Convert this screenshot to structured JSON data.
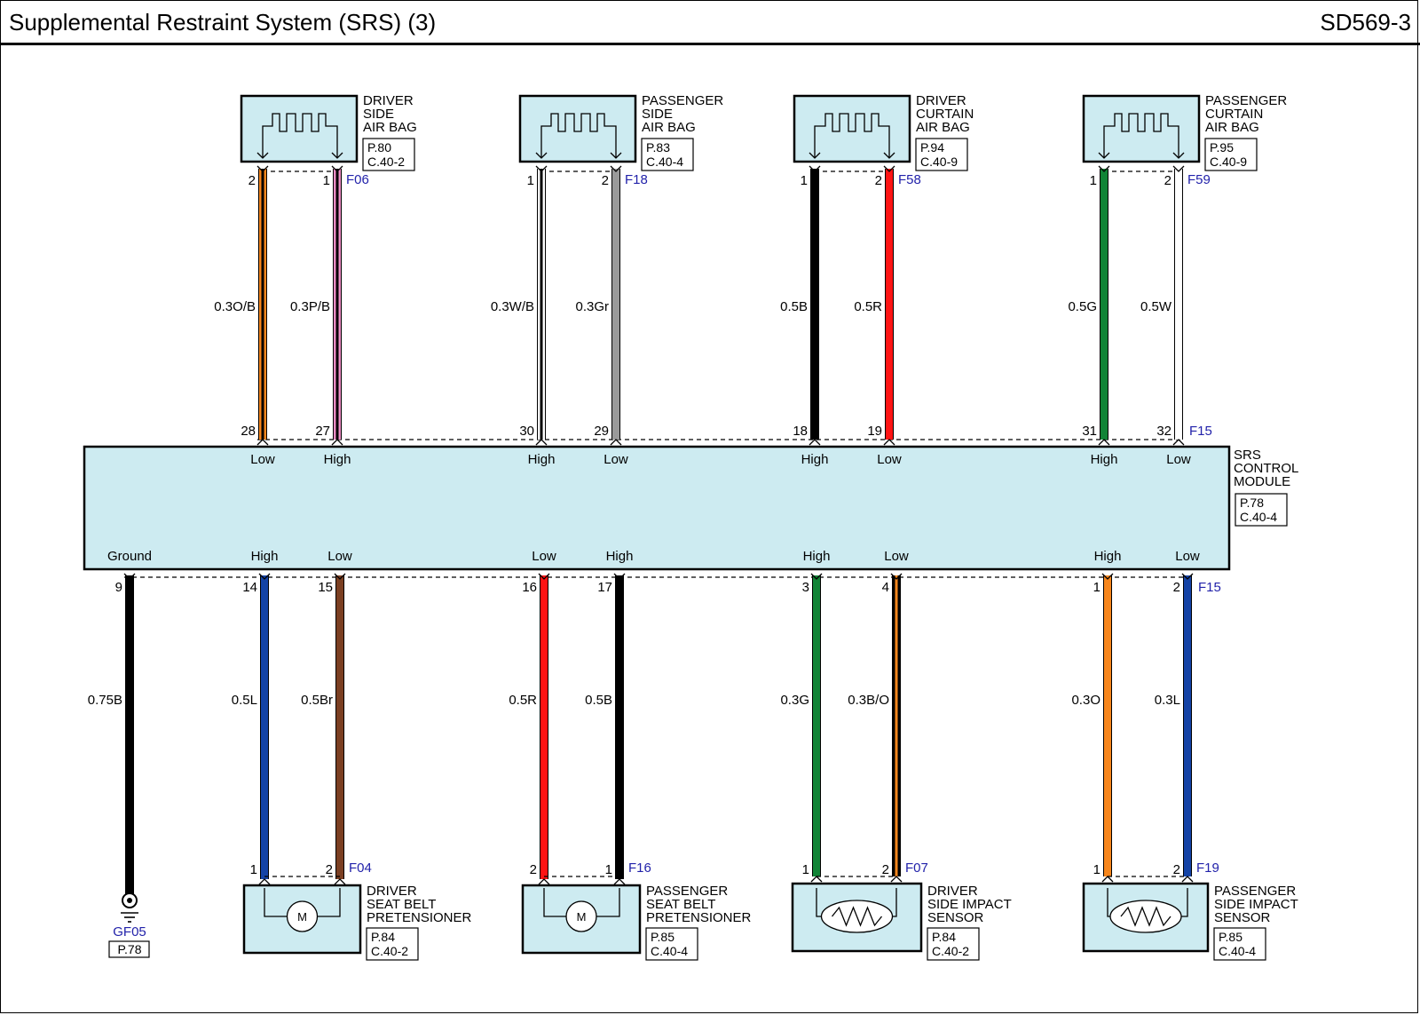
{
  "header": {
    "title": "Supplemental Restraint System (SRS) (3)",
    "code": "SD569-3"
  },
  "colors": {
    "component_fill": "#CDEBF1",
    "connector_id_color": "#2222AA"
  },
  "module": {
    "name_lines": [
      "SRS",
      "CONTROL",
      "MODULE"
    ],
    "ref": [
      "P.78",
      "C.40-4"
    ],
    "top_connector": "F15",
    "bottom_connector": "F15"
  },
  "top_components": [
    {
      "name_lines": [
        "DRIVER",
        "SIDE",
        "AIR BAG"
      ],
      "ref": [
        "P.80",
        "C.40-2"
      ],
      "connector": "F06"
    },
    {
      "name_lines": [
        "PASSENGER",
        "SIDE",
        "AIR BAG"
      ],
      "ref": [
        "P.83",
        "C.40-4"
      ],
      "connector": "F18"
    },
    {
      "name_lines": [
        "DRIVER",
        "CURTAIN",
        "AIR BAG"
      ],
      "ref": [
        "P.94",
        "C.40-9"
      ],
      "connector": "F58"
    },
    {
      "name_lines": [
        "PASSENGER",
        "CURTAIN",
        "AIR BAG"
      ],
      "ref": [
        "P.95",
        "C.40-9"
      ],
      "connector": "F59"
    }
  ],
  "bottom_components": [
    {
      "name_lines": [
        "DRIVER",
        "SEAT BELT",
        "PRETENSIONER"
      ],
      "ref": [
        "P.84",
        "C.40-2"
      ],
      "connector": "F04",
      "symbol": "motor",
      "symbol_label": "M"
    },
    {
      "name_lines": [
        "PASSENGER",
        "SEAT BELT",
        "PRETENSIONER"
      ],
      "ref": [
        "P.85",
        "C.40-4"
      ],
      "connector": "F16",
      "symbol": "motor",
      "symbol_label": "M"
    },
    {
      "name_lines": [
        "DRIVER",
        "SIDE IMPACT",
        "SENSOR"
      ],
      "ref": [
        "P.84",
        "C.40-2"
      ],
      "connector": "F07",
      "symbol": "resistor"
    },
    {
      "name_lines": [
        "PASSENGER",
        "SIDE IMPACT",
        "SENSOR"
      ],
      "ref": [
        "P.85",
        "C.40-4"
      ],
      "connector": "F19",
      "symbol": "resistor"
    }
  ],
  "ground": {
    "id": "GF05",
    "ref": "P.78"
  },
  "top_wires": [
    {
      "wire": "0.3O/B",
      "color": "#F7861C",
      "stripe": "#000000",
      "comp_pin": "2",
      "module_pin": "28",
      "signal": "Low"
    },
    {
      "wire": "0.3P/B",
      "color": "#EE8CC5",
      "stripe": "#000000",
      "comp_pin": "1",
      "module_pin": "27",
      "signal": "High"
    },
    {
      "wire": "0.3W/B",
      "color": "#FFFFFF",
      "stripe": "#000000",
      "comp_pin": "1",
      "module_pin": "30",
      "signal": "High"
    },
    {
      "wire": "0.3Gr",
      "color": "#9A9A9A",
      "stripe": "",
      "comp_pin": "2",
      "module_pin": "29",
      "signal": "Low"
    },
    {
      "wire": "0.5B",
      "color": "#000000",
      "stripe": "",
      "comp_pin": "1",
      "module_pin": "18",
      "signal": "High"
    },
    {
      "wire": "0.5R",
      "color": "#FF1414",
      "stripe": "",
      "comp_pin": "2",
      "module_pin": "19",
      "signal": "Low"
    },
    {
      "wire": "0.5G",
      "color": "#118436",
      "stripe": "",
      "comp_pin": "1",
      "module_pin": "31",
      "signal": "High"
    },
    {
      "wire": "0.5W",
      "color": "#FFFFFF",
      "stripe": "",
      "comp_pin": "2",
      "module_pin": "32",
      "signal": "Low"
    }
  ],
  "bottom_wires": [
    {
      "wire": "0.75B",
      "color": "#000000",
      "stripe": "",
      "module_pin": "9",
      "signal": "Ground",
      "comp_pin": ""
    },
    {
      "wire": "0.5L",
      "color": "#1443A6",
      "stripe": "",
      "module_pin": "14",
      "signal": "High",
      "comp_pin": "1"
    },
    {
      "wire": "0.5Br",
      "color": "#7B3F22",
      "stripe": "",
      "module_pin": "15",
      "signal": "Low",
      "comp_pin": "2"
    },
    {
      "wire": "0.5R",
      "color": "#FF1414",
      "stripe": "",
      "module_pin": "16",
      "signal": "Low",
      "comp_pin": "2"
    },
    {
      "wire": "0.5B",
      "color": "#000000",
      "stripe": "",
      "module_pin": "17",
      "signal": "High",
      "comp_pin": "1"
    },
    {
      "wire": "0.3G",
      "color": "#118436",
      "stripe": "",
      "module_pin": "3",
      "signal": "High",
      "comp_pin": "1"
    },
    {
      "wire": "0.3B/O",
      "color": "#000000",
      "stripe": "#F7861C",
      "module_pin": "4",
      "signal": "Low",
      "comp_pin": "2"
    },
    {
      "wire": "0.3O",
      "color": "#F7861C",
      "stripe": "",
      "module_pin": "1",
      "signal": "High",
      "comp_pin": "1"
    },
    {
      "wire": "0.3L",
      "color": "#1443A6",
      "stripe": "",
      "module_pin": "2",
      "signal": "Low",
      "comp_pin": "2"
    }
  ]
}
